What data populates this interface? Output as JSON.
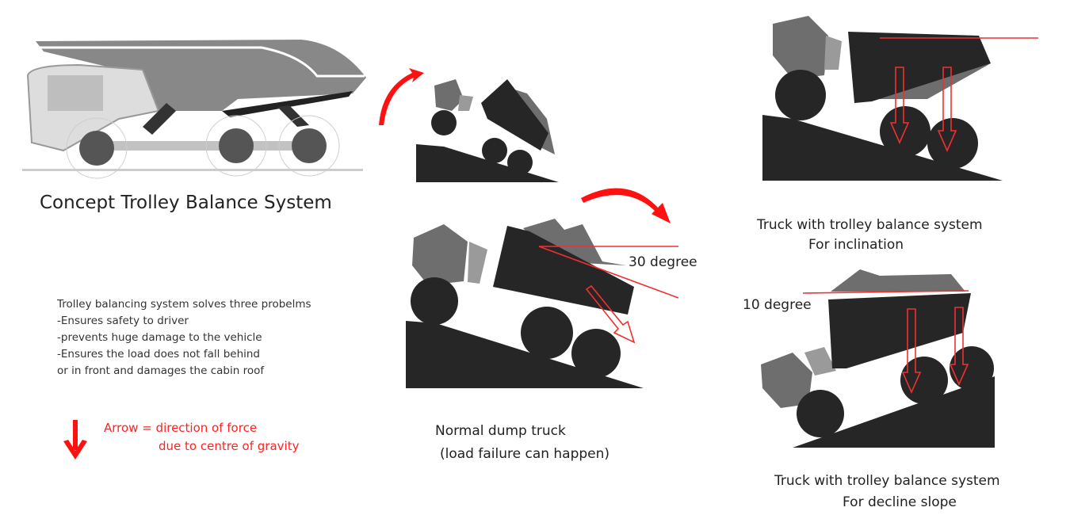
{
  "concept": {
    "title": "Concept Trolley Balance System",
    "description_lines": [
      "Trolley balancing system solves three probelms",
      "-Ensures safety to driver",
      "-prevents huge damage to the vehicle",
      "-Ensures the load does not fall behind",
      "or in front and damages the cabin roof"
    ]
  },
  "legend": {
    "line1": "Arrow = direction of force",
    "line2": "due to centre of gravity",
    "icon": "red-down-arrow",
    "color": "#ff2020"
  },
  "normal_truck": {
    "caption1": "Normal dump truck",
    "caption2": "(load failure can happen)",
    "angle_label": "30 degree"
  },
  "inclination_truck": {
    "caption1": "Truck with trolley balance system",
    "caption2": "For inclination"
  },
  "decline_truck": {
    "caption1": "Truck with trolley balance system",
    "caption2": "For decline slope",
    "angle_label": "10 degree"
  }
}
